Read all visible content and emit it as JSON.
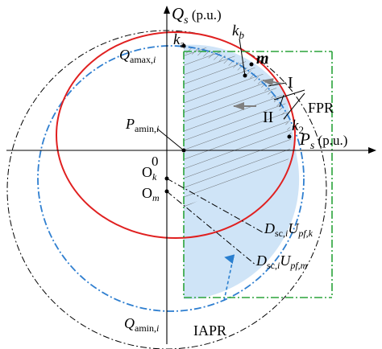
{
  "colors": {
    "outer_circle": "#000000",
    "red_circle": "#e02020",
    "blue_circle": "#2f7fd0",
    "green_line": "#2aa33a",
    "iapr_fill": "#cfe4f7",
    "hatch": "#555555",
    "arrow_gray": "#808080",
    "iapr_arrow": "#2a7fcf"
  },
  "axes": {
    "q_axis": {
      "symbol": "Q",
      "sub": "s",
      "unit": " (p.u.)"
    },
    "p_axis": {
      "symbol": "P",
      "sub": "s",
      "unit": " (p.u.)"
    }
  },
  "labels": {
    "origin": "0",
    "qamax": {
      "base": "Q",
      "sub": "amax,",
      "sub_it": "i"
    },
    "qamin": {
      "base": "Q",
      "sub": "amin,",
      "sub_it": "i"
    },
    "pamin": {
      "base": "P",
      "sub": "amin,",
      "sub_it": "i"
    },
    "ka": {
      "base": "k",
      "sub": "a"
    },
    "kb": {
      "base": "k",
      "sub": "b"
    },
    "k2": {
      "base": "k",
      "sub": "2"
    },
    "m": "m",
    "ok": {
      "base": "O",
      "sub": "k"
    },
    "om": {
      "base": "O",
      "sub": "m"
    },
    "region_1": "I",
    "region_2": "II",
    "fpr": "FPR",
    "iapr": "IAPR",
    "dsc_k": {
      "d": "D",
      "d_sub": "sc,",
      "d_sub_it": "i",
      "u": "U",
      "u_sub": "pf,k"
    },
    "dsc_m": {
      "d": "D",
      "d_sub": "sc,",
      "d_sub_it": "i",
      "u": "U",
      "u_sub": "pf,m"
    }
  }
}
